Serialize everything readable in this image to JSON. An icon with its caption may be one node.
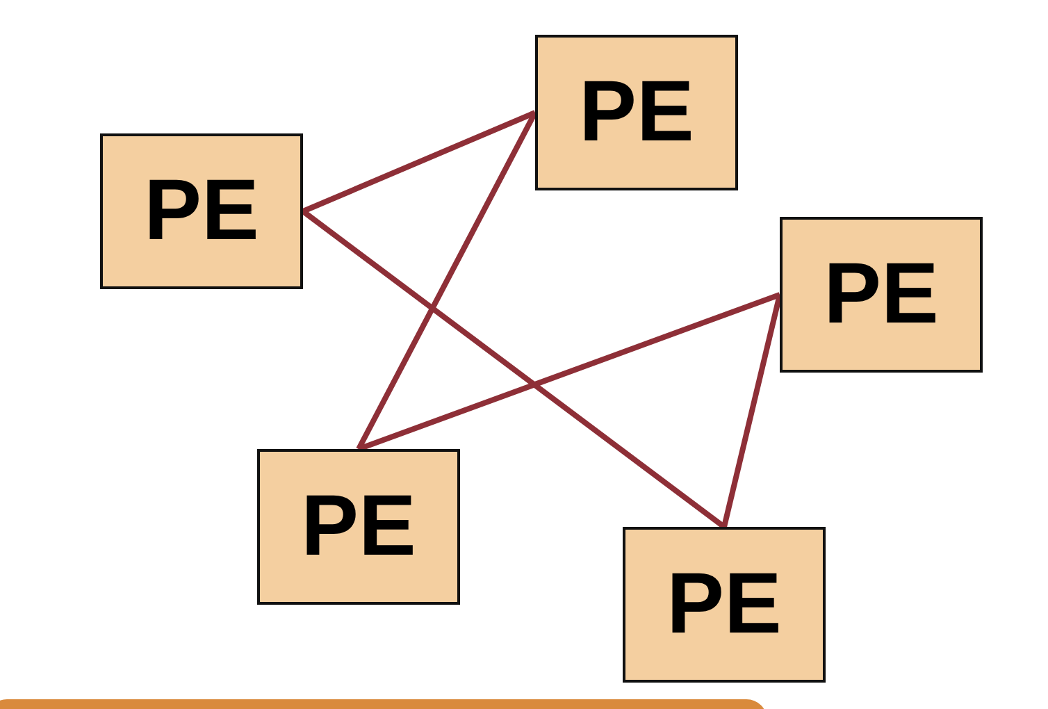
{
  "diagram": {
    "nodes": [
      {
        "text": [
          "PE"
        ]
      },
      {
        "text": [
          "PE"
        ]
      },
      {
        "text": [
          "PE"
        ]
      },
      {
        "text": [
          "PE"
        ]
      },
      {
        "text": [
          "PE"
        ]
      }
    ],
    "edges": [
      {
        "from": 1,
        "to": 0,
        "arrow": "none"
      },
      {
        "from": 0,
        "to": 3,
        "arrow": "none"
      },
      {
        "from": 1,
        "to": 4,
        "arrow": "none"
      },
      {
        "from": 3,
        "to": 2,
        "arrow": "none"
      },
      {
        "from": 2,
        "to": 4,
        "arrow": "none"
      }
    ]
  }
}
